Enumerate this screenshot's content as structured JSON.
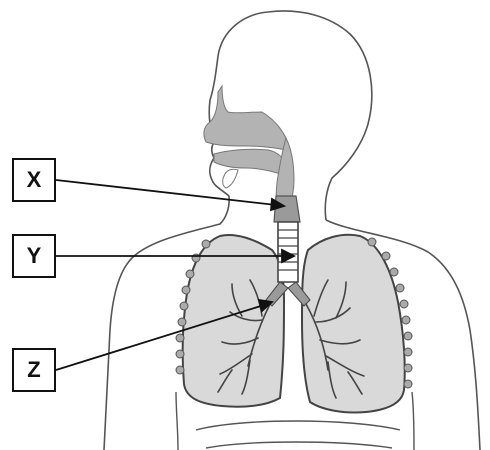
{
  "labels": {
    "x": "X",
    "y": "Y",
    "z": "Z"
  },
  "colors": {
    "outline": "#555555",
    "lung_fill": "#d9d9d9",
    "airway_fill": "#b3b3b3",
    "bronchi": "#444444",
    "pointer": "#111111"
  }
}
